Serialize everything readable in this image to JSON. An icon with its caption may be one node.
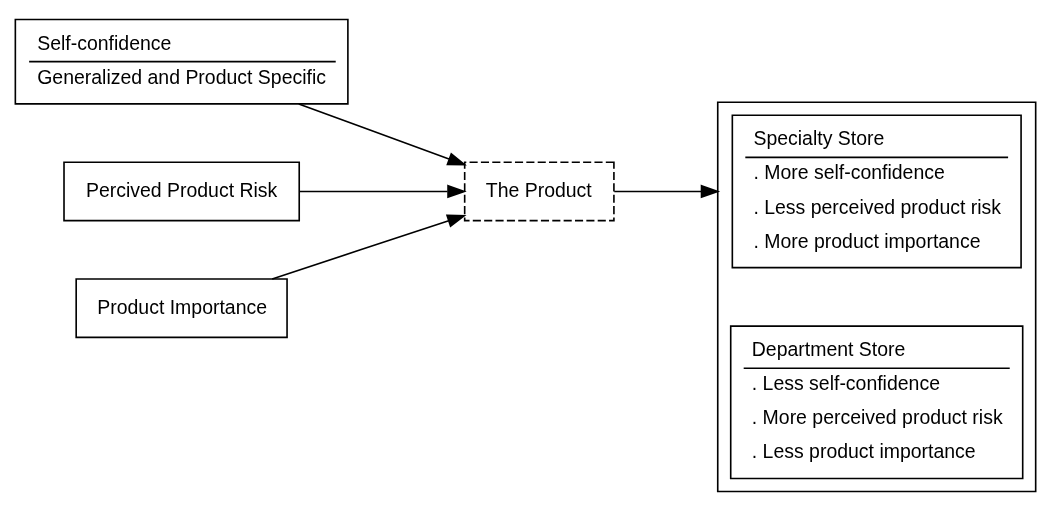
{
  "diagram": {
    "nodes": [
      {
        "text": [
          "Self-confidence",
          "Generalized and Product Specific"
        ]
      },
      {
        "text": [
          "Percived Product Risk"
        ]
      },
      {
        "text": [
          "Product Importance"
        ]
      },
      {
        "text": [
          "The Product"
        ]
      },
      {
        "text": [],
        "shape": "box"
      },
      {
        "text": [
          "Specialty Store",
          ". More self-confidence",
          ". Less perceived product risk",
          ". More product importance"
        ],
        "in": 4
      },
      {
        "text": [
          "Department Store",
          ". Less self-confidence",
          ". More perceived product risk",
          ". Less product importance"
        ],
        "in": 4
      }
    ],
    "edges": [
      {
        "from": 0,
        "to": 3,
        "arrow": "to"
      },
      {
        "from": 1,
        "to": 3,
        "arrow": "to"
      },
      {
        "from": 2,
        "to": 3,
        "arrow": "to"
      },
      {
        "from": 3,
        "to": 4,
        "arrow": "to"
      }
    ]
  }
}
